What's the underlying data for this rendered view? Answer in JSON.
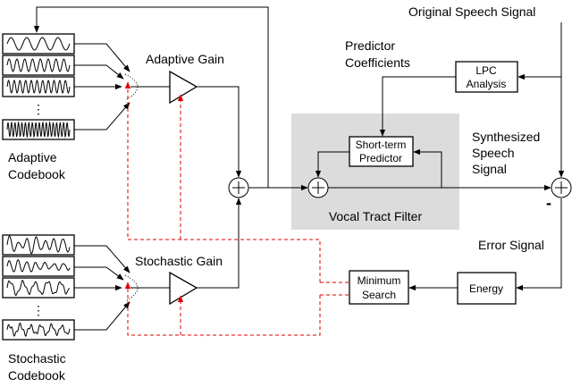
{
  "labels": {
    "original_speech": "Original Speech Signal",
    "predictor_coefficients": [
      "Predictor",
      "Coefficients"
    ],
    "lpc_analysis": [
      "LPC",
      "Analysis"
    ],
    "adaptive_gain": "Adaptive Gain",
    "stochastic_gain": "Stochastic Gain",
    "adaptive_codebook": [
      "Adaptive",
      "Codebook"
    ],
    "stochastic_codebook": [
      "Stochastic",
      "Codebook"
    ],
    "short_term_predictor": [
      "Short-term",
      "Predictor"
    ],
    "vocal_tract_filter": "Vocal Tract Filter",
    "synthesized_speech": [
      "Synthesized",
      "Speech",
      "Signal"
    ],
    "error_signal": "Error Signal",
    "minimum_search": [
      "Minimum",
      "Search"
    ],
    "energy": "Energy",
    "minus_sign": "-",
    "ellipsis": "⋮"
  },
  "colors": {
    "control": "#e00000",
    "filter_bg": "#dcdcdc"
  }
}
